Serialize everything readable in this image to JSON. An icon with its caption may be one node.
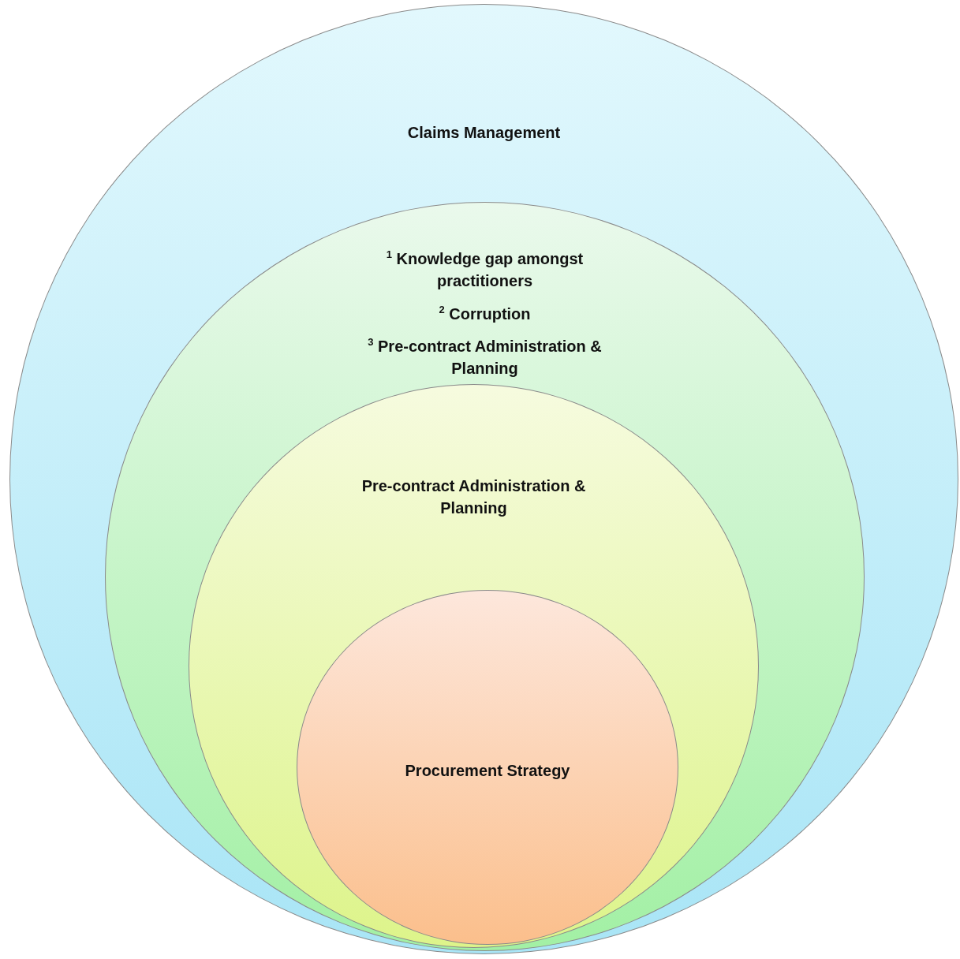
{
  "diagram": {
    "nodes": [
      {
        "text": [
          "Claims Management"
        ]
      },
      {
        "text": [
          "$^{1}$ Knowledge gap amongst practitioners",
          "$^{2}$ Corruption",
          "$^{3}$ Pre-contract Administration & Planning"
        ],
        "in": 0
      },
      {
        "text": [
          "Pre-contract Administration & Planning"
        ],
        "in": 1
      },
      {
        "text": [
          "Procurement Strategy"
        ],
        "in": 2
      }
    ],
    "edges": []
  }
}
